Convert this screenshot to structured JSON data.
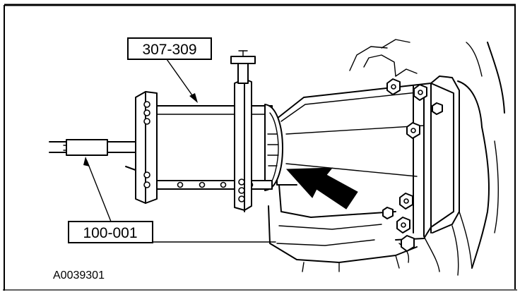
{
  "callouts": {
    "tool_upper": "307-309",
    "tool_lower": "100-001"
  },
  "figure_id": "A0039301",
  "icons": {
    "direction_arrow": "direction-arrow-icon"
  }
}
